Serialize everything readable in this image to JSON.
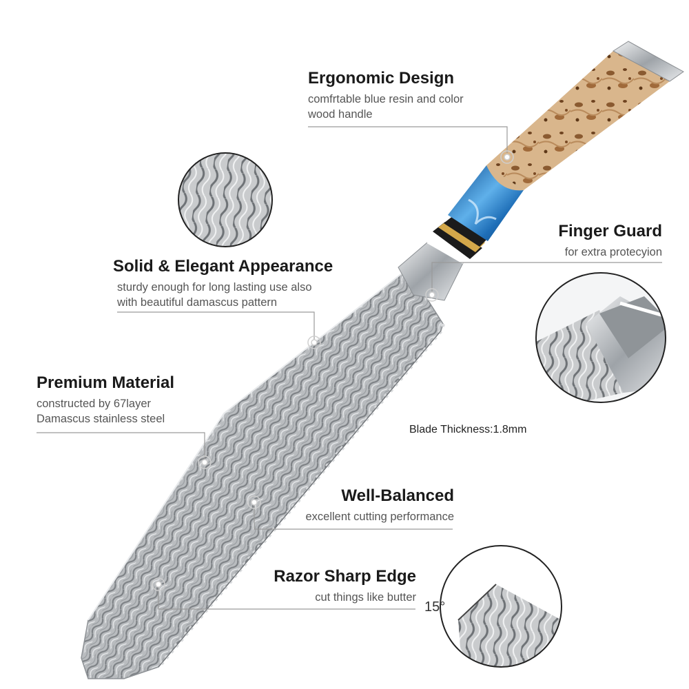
{
  "features": {
    "ergonomic": {
      "title": "Ergonomic Design",
      "desc_line1": "comfrtable blue resin and color",
      "desc_line2": "wood handle"
    },
    "finger_guard": {
      "title": "Finger Guard",
      "desc_line1": "for extra protecyion"
    },
    "appearance": {
      "title": "Solid & Elegant Appearance",
      "desc_line1": "sturdy enough for long lasting use also",
      "desc_line2": "with beautiful damascus pattern"
    },
    "material": {
      "title": "Premium Material",
      "desc_line1": "constructed by 67layer",
      "desc_line2": "Damascus stainless steel"
    },
    "balanced": {
      "title": "Well-Balanced",
      "desc_line1": "excellent cutting performance"
    },
    "edge": {
      "title": "Razor Sharp Edge",
      "desc_line1": "cut things like butter"
    }
  },
  "blade_thickness": "Blade Thickness:1.8mm",
  "edge_angle": "15°",
  "colors": {
    "text_title": "#1a1a1a",
    "text_desc": "#555555",
    "leader_line": "#9a9a9a",
    "resin_blue": "#1f6fb8",
    "wood": "#d8b48a",
    "steel": "#b8bcc0"
  }
}
